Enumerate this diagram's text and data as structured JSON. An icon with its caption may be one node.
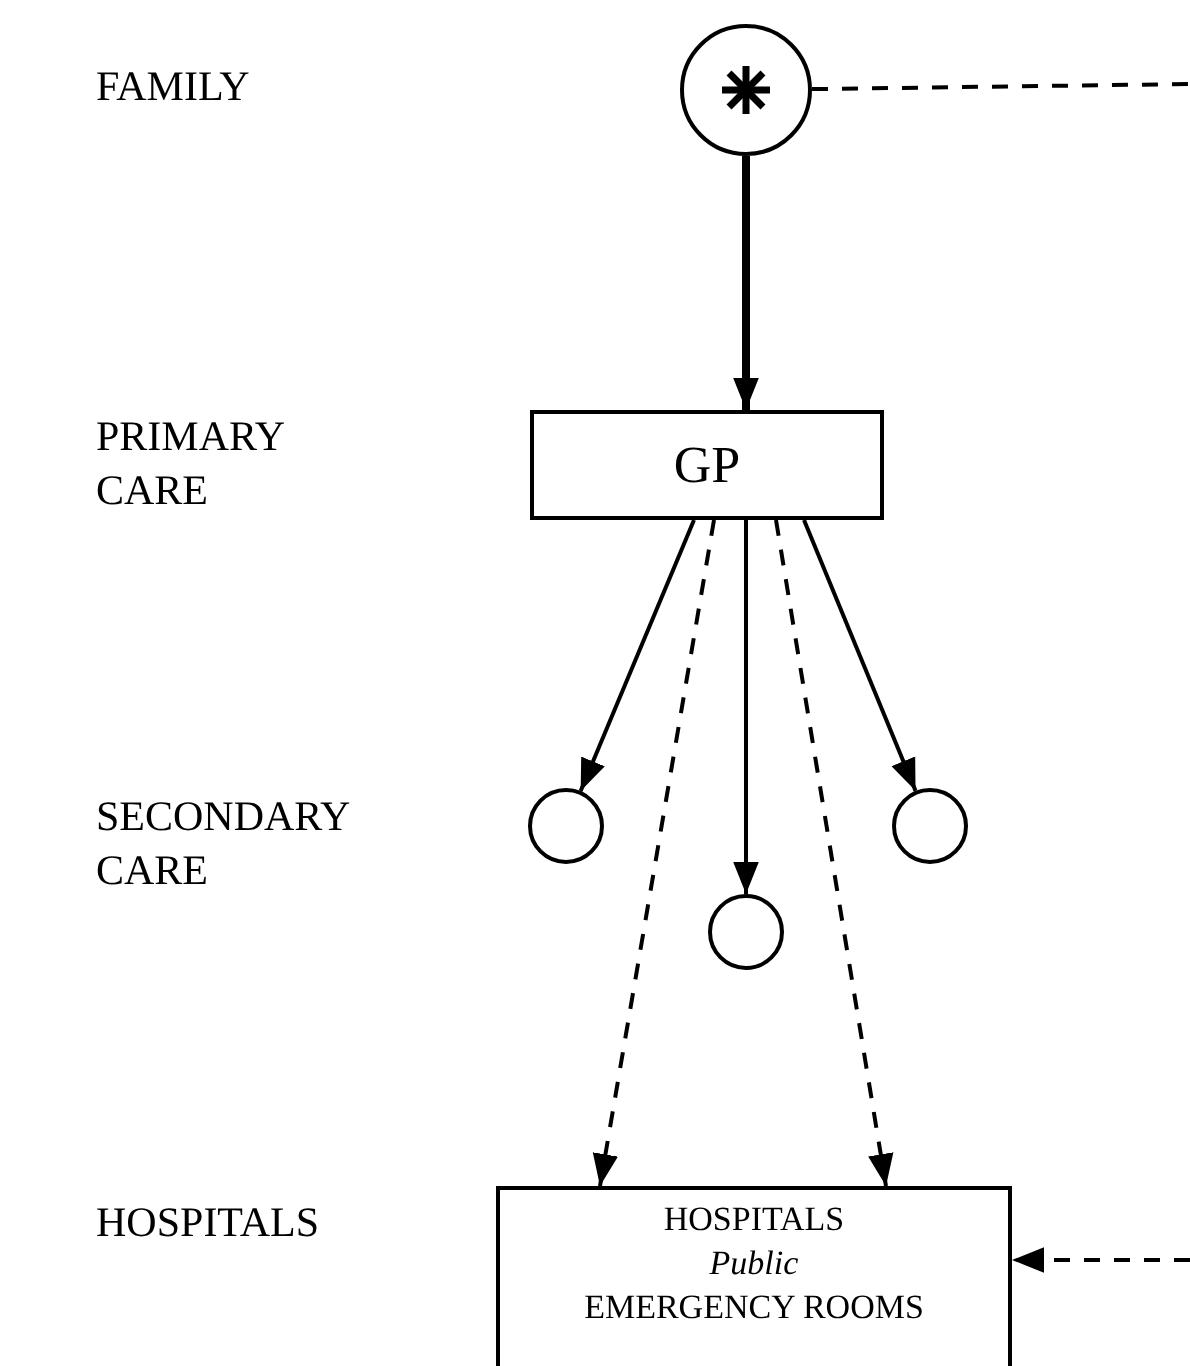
{
  "diagram": {
    "nodes": [
      {
        "text": [],
        "shape": "circle"
      },
      {
        "text": [
          "GP"
        ]
      },
      {
        "text": [],
        "shape": "circle"
      },
      {
        "text": [],
        "shape": "circle"
      },
      {
        "text": [],
        "shape": "circle"
      },
      {
        "text": [
          "HOSPITALS",
          "Public",
          "EMERGENCY ROOMS"
        ]
      }
    ],
    "edges": [
      {
        "from": 0,
        "to": 1,
        "arrow": "to",
        "style": "thick"
      },
      {
        "from": 1,
        "to": 2,
        "arrow": "to"
      },
      {
        "from": 1,
        "to": 3,
        "arrow": "to"
      },
      {
        "from": 1,
        "to": 4,
        "arrow": "to"
      },
      {
        "from": 1,
        "to": 5,
        "arrow": "to",
        "style": "dashed"
      },
      {
        "from": 1,
        "to": 5,
        "arrow": "to",
        "style": "dashed"
      },
      {
        "from": 0,
        "to": null,
        "arrow": "none",
        "style": "dashed"
      },
      {
        "from": null,
        "to": 5,
        "arrow": "to",
        "style": "dashed"
      }
    ],
    "labels": [
      "FAMILY",
      "PRIMARY CARE",
      "SECONDARY CARE",
      "HOSPITALS"
    ]
  }
}
